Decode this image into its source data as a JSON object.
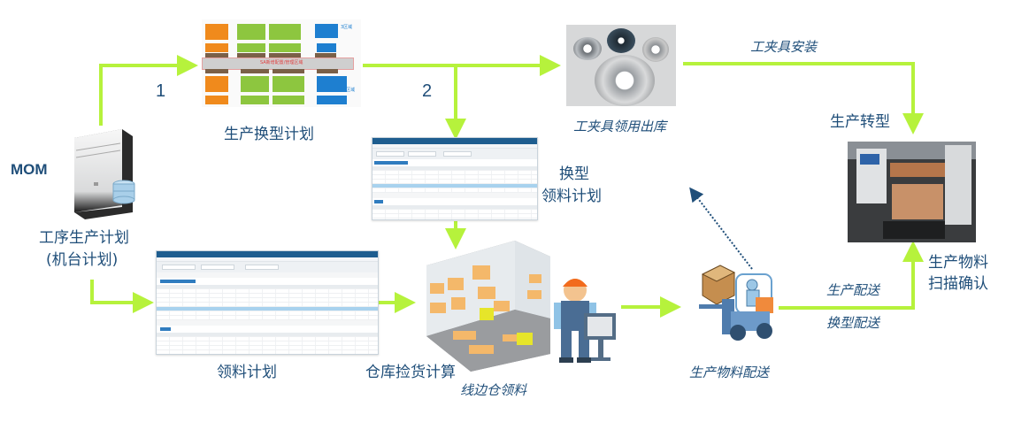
{
  "diagram": {
    "title_node": "MOM",
    "nodes": {
      "mom_server": {
        "label_line1": "工序生产计划",
        "label_line2": "(机台计划)",
        "icon": "server-database-icon"
      },
      "changeover_plan": {
        "label": "生产换型计划",
        "icon": "factory-layout-plan-icon"
      },
      "changeover_material_plan": {
        "label_line1": "换型",
        "label_line2": "领料计划",
        "icon": "software-screenshot-icon"
      },
      "material_plan": {
        "label": "领料计划",
        "icon": "software-screenshot-icon"
      },
      "warehouse_picking": {
        "label": "仓库捡货计算",
        "icon": "warehouse-icon"
      },
      "fixture_issue": {
        "label": "工夹具领用出库",
        "icon": "blade-fixtures-photo"
      },
      "production_changeover": {
        "label": "生产转型",
        "icon": "machine-photo"
      },
      "material_delivery": {
        "label": "生产物料配送",
        "icon": "forklift-icon"
      },
      "scan_confirm": {
        "label_line1": "生产物料",
        "label_line2": "扫描确认"
      }
    },
    "edge_labels": {
      "step1": "1",
      "step2": "2",
      "fixture_install": "工夹具安装",
      "line_side_pick": "线边仓领料",
      "production_delivery": "生产配送",
      "changeover_delivery": "换型配送"
    },
    "plan_thumbnail": {
      "aisle_text": "SA新增配置/管理区域",
      "area_tag_top": "3区域",
      "area_tag_bottom": "3区域"
    },
    "colors": {
      "arrow": "#b6f23c",
      "text": "#1f4e79",
      "dotted_arrow": "#1f4e79",
      "plan_orange": "#f08a1c",
      "plan_green": "#8dc63f",
      "plan_blue": "#1e7fd0"
    }
  }
}
